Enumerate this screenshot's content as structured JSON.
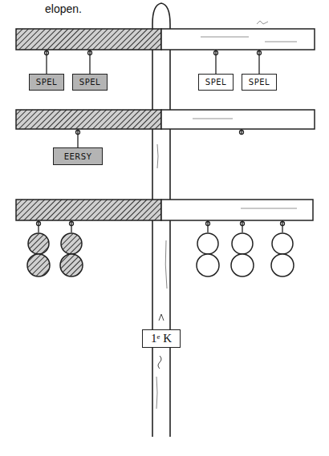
{
  "diagram": {
    "nodes": [
      {
        "text": [
          "SPEL"
        ]
      },
      {
        "text": [
          "SPEL"
        ]
      },
      {
        "text": [
          "SPEL"
        ]
      },
      {
        "text": [
          "SPEL"
        ]
      },
      {
        "text": [
          "EERSY"
        ]
      },
      {
        "text": [
          "1ᵉ K"
        ]
      }
    ],
    "labels": [
      "elopen."
    ]
  }
}
